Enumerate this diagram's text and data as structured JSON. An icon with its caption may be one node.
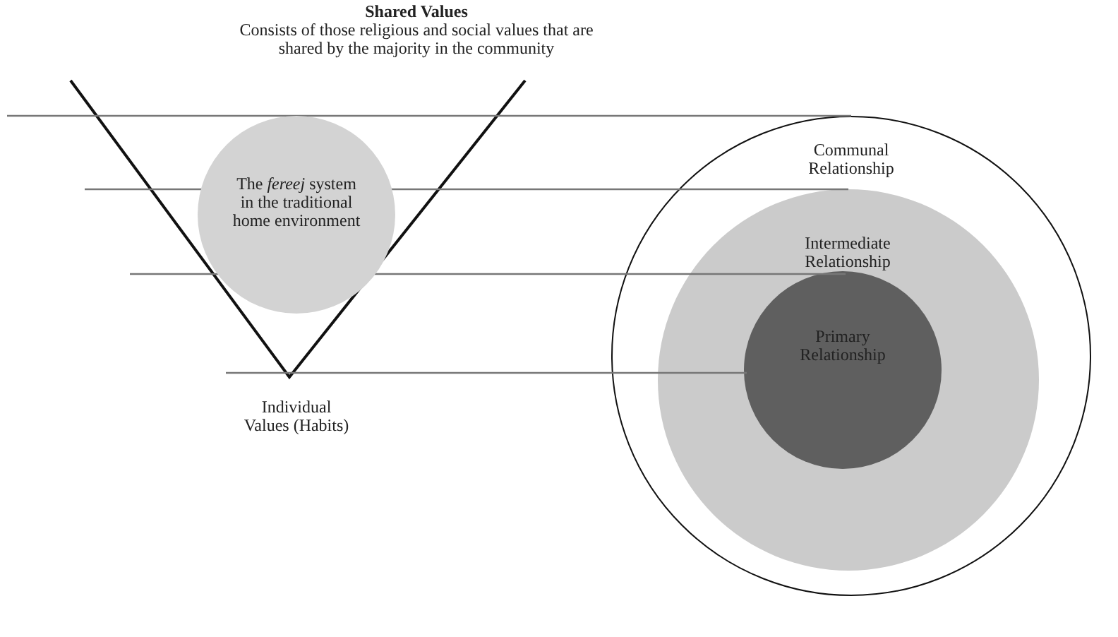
{
  "diagram": {
    "nodes": [
      {
        "text": [
          "Shared Values",
          "Consists of those religious and social values that are shared by the majority in the community"
        ]
      },
      {
        "text": [
          "The *fereej* system in the traditional home environment"
        ]
      },
      {
        "text": [
          "Individual Values (Habits)"
        ]
      },
      {
        "text": [
          "Communal Relationship"
        ]
      },
      {
        "text": [
          "Intermediate Relationship"
        ],
        "in": 3
      },
      {
        "text": [
          "Primary Relationship"
        ],
        "in": 4
      }
    ],
    "edges": [
      {
        "from": null,
        "to": 3,
        "arrow": "none"
      },
      {
        "from": null,
        "to": 4,
        "arrow": "none"
      },
      {
        "from": null,
        "to": 5,
        "arrow": "none"
      },
      {
        "from": null,
        "to": 5,
        "arrow": "none"
      }
    ]
  }
}
